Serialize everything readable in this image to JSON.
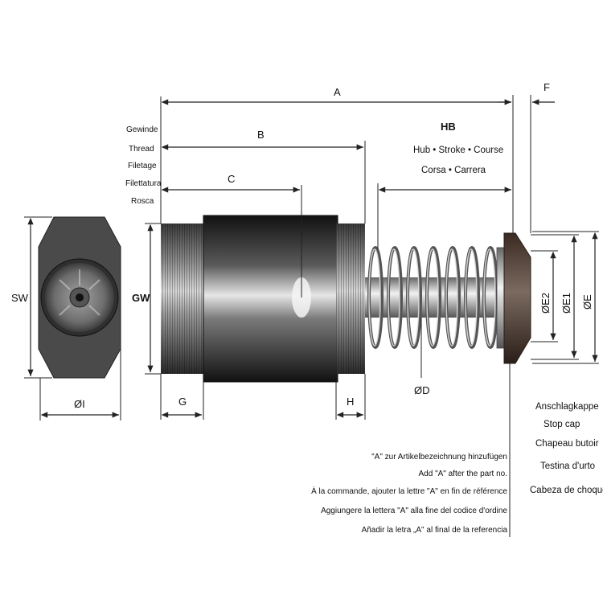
{
  "dimensions": {
    "A": "A",
    "B": "B",
    "C": "C",
    "F": "F",
    "G": "G",
    "H": "H",
    "GW": "GW",
    "SW": "SW",
    "I": "ØI",
    "D": "ØD",
    "E": "ØE",
    "E1": "ØE1",
    "E2": "ØE2"
  },
  "thread_label": [
    "Gewinde",
    "Thread",
    "Filetage",
    "Filettatura",
    "Rosca"
  ],
  "stroke_label": {
    "title": "HB",
    "line1": "Hub • Stroke • Course",
    "line2": "Corsa • Carrera"
  },
  "stop_cap_label": [
    "Anschlagkappe",
    "Stop cap",
    "Chapeau butoir",
    "Testina d'urto",
    "Cabeza de choque"
  ],
  "note_lines": [
    "\"A\" zur Artikelbezeichnung hinzufügen",
    "Add \"A\" after the part no.",
    "À la commande, ajouter la lettre \"A\" en fin de référence",
    "Aggiungere la lettera \"A\" alla fine del codice d'ordine",
    "Añadir la letra „A\" al final de la referencia"
  ]
}
